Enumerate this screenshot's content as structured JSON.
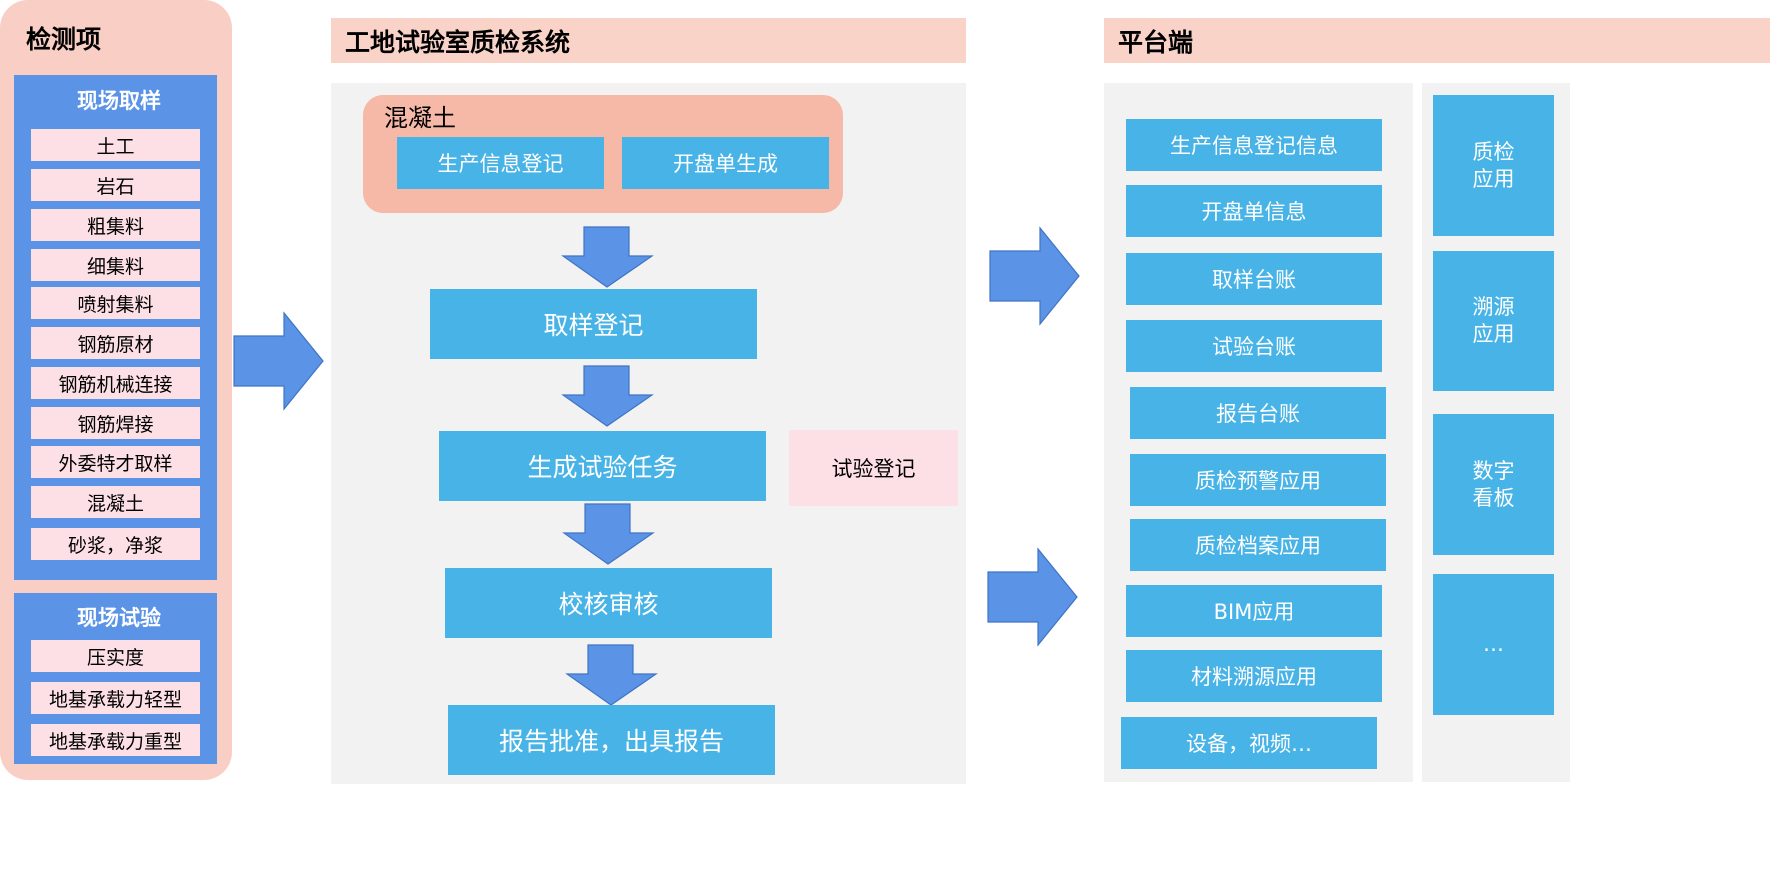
{
  "left": {
    "title": "检测项",
    "onsite_sampling": {
      "title": "现场取样",
      "items": [
        "土工",
        "岩石",
        "粗集料",
        "细集料",
        "喷射集料",
        "钢筋原材",
        "钢筋机械连接",
        "钢筋焊接",
        "外委特才取样",
        "混凝土",
        "砂浆，净浆"
      ]
    },
    "onsite_test": {
      "title": "现场试验",
      "items": [
        "压实度",
        "地基承载力轻型",
        "地基承载力重型"
      ]
    }
  },
  "middle": {
    "header": "工地试验室质检系统",
    "concrete": {
      "label": "混凝土",
      "buttons": [
        "生产信息登记",
        "开盘单生成"
      ]
    },
    "flow": [
      "取样登记",
      "生成试验任务",
      "校核审核",
      "报告批准，出具报告"
    ],
    "side_note": "试验登记"
  },
  "right": {
    "header": "平台端",
    "apps": [
      "生产信息登记信息",
      "开盘单信息",
      "取样台账",
      "试验台账",
      "报告台账",
      "质检预警应用",
      "质检档案应用",
      "BIM应用",
      "材料溯源应用",
      "设备，视频…"
    ],
    "side": [
      {
        "line1": "质检",
        "line2": "应用"
      },
      {
        "line1": "溯源",
        "line2": "应用"
      },
      {
        "line1": "数字",
        "line2": "看板"
      },
      {
        "line1": "…",
        "line2": ""
      }
    ]
  },
  "colors": {
    "panel_pink": "#f9cec4",
    "group_blue": "#5b93e6",
    "item_pink": "#fde0e5",
    "box_blue": "#48b3e6",
    "concrete_salmon": "#f6b8a7",
    "bg_gray": "#f2f2f2"
  }
}
